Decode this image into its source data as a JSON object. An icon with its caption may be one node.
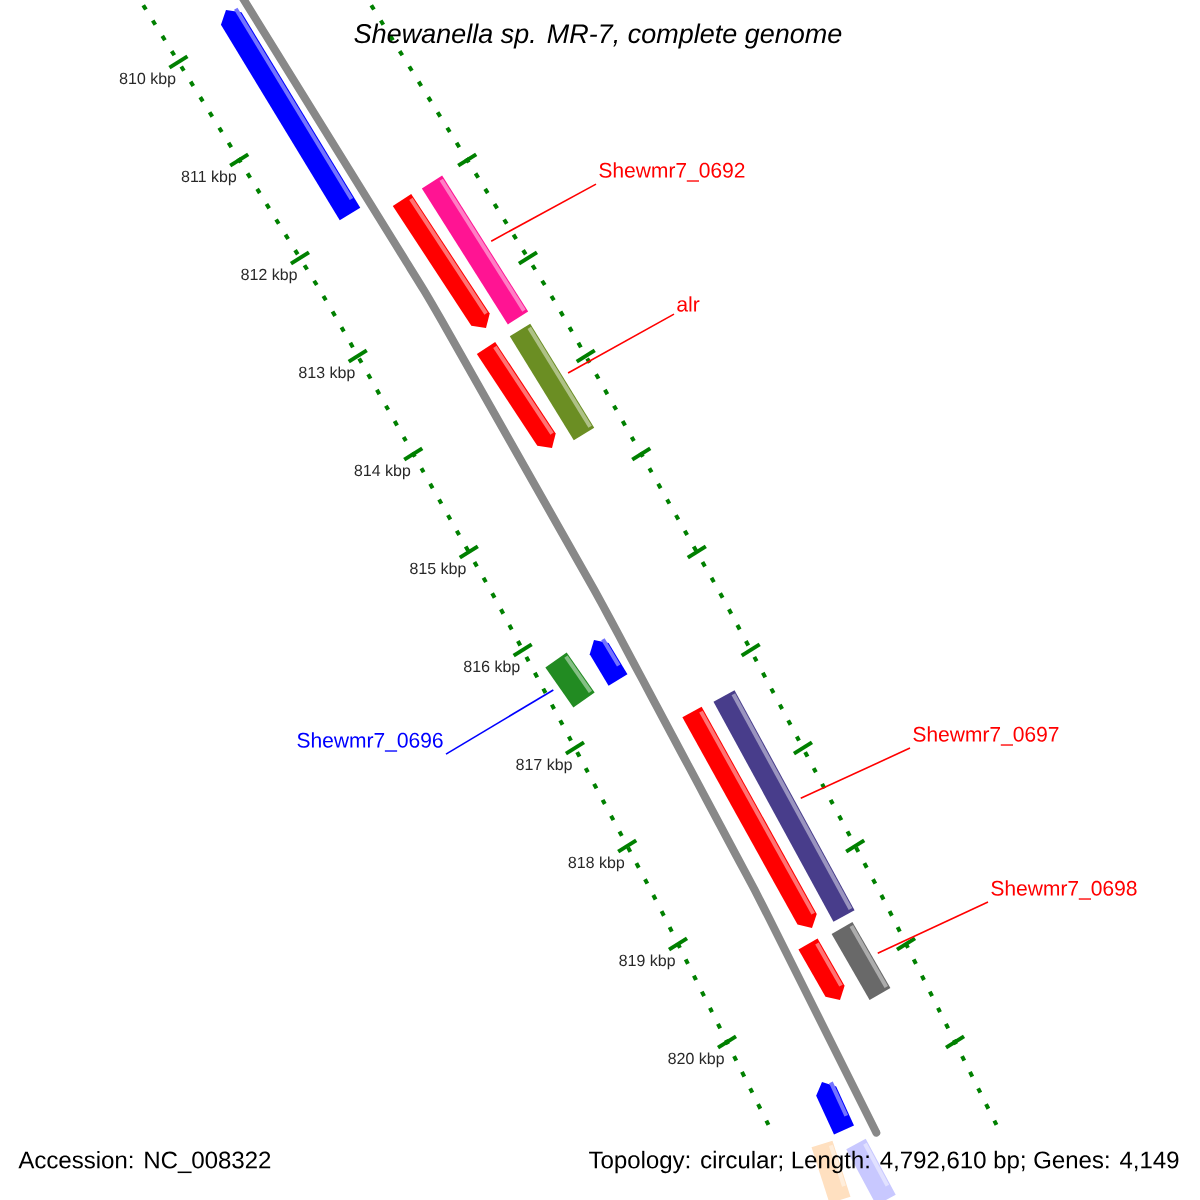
{
  "diagram": {
    "title": "Shewanella sp. MR-7, complete genome",
    "nodes": [
      {
        "text": [
          "Shewmr7_0692"
        ]
      },
      {
        "text": [
          "alr"
        ]
      },
      {
        "text": [
          "Shewmr7_0696"
        ]
      },
      {
        "text": [
          "Shewmr7_0697"
        ]
      },
      {
        "text": [
          "Shewmr7_0698"
        ]
      },
      {
        "text": [],
        "shape": "bar"
      },
      {
        "text": [],
        "shape": "bar"
      },
      {
        "text": [],
        "shape": "bar"
      },
      {
        "text": [],
        "shape": "bar"
      },
      {
        "text": [],
        "shape": "bar"
      }
    ],
    "edges": [
      {
        "from": 0,
        "to": 5,
        "arrow": "none"
      },
      {
        "from": 1,
        "to": 6,
        "arrow": "none"
      },
      {
        "from": 2,
        "to": 7,
        "arrow": "none",
        "color": "#0000ff"
      },
      {
        "from": 3,
        "to": 8,
        "arrow": "none"
      },
      {
        "from": 4,
        "to": 9,
        "arrow": "none"
      }
    ],
    "labels": [
      "810 kbp",
      "811 kbp",
      "812 kbp",
      "813 kbp",
      "814 kbp",
      "815 kbp",
      "816 kbp",
      "817 kbp",
      "818 kbp",
      "819 kbp",
      "820 kbp",
      "Accession: NC_008322",
      "Topology: circular; Length: 4,792,610 bp; Genes: 4,149"
    ]
  }
}
